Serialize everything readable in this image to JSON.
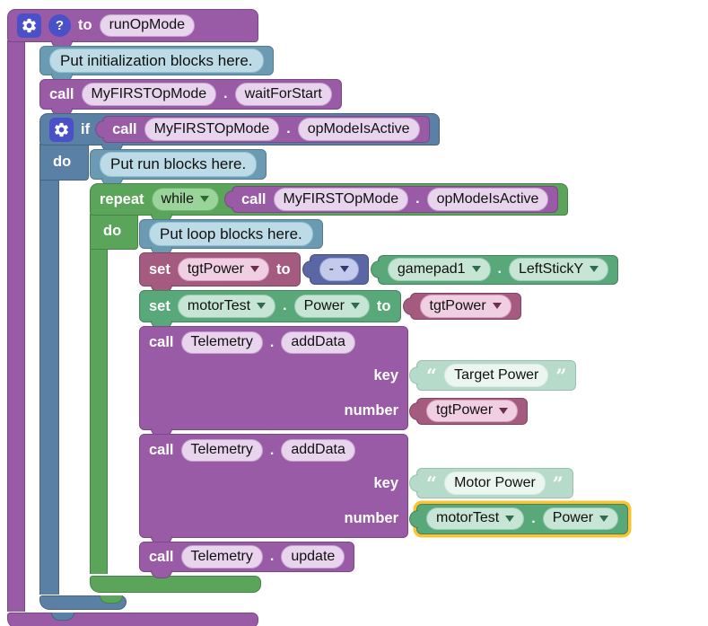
{
  "ui": {
    "dot": ".",
    "help_symbol": "?",
    "quote_open": "“",
    "quote_close": "”"
  },
  "colors": {
    "procedure_purple": "#995ba5",
    "logic_steel_blue": "#5b80a5",
    "loop_green": "#5ba55b",
    "hardware_green": "#58a87a",
    "variable_crimson": "#a55b80",
    "math_indigo": "#5b67a5",
    "comment_blue": "#6b9ab3",
    "text_mint": "#b7dbca",
    "selection_yellow": "#fcc331",
    "icon_blue": "#4a50c8",
    "canvas": "#ffffff"
  },
  "program": {
    "function": {
      "keyword_to": "to",
      "name": "runOpMode"
    },
    "init_comment": "Put initialization blocks here.",
    "wait_call": {
      "keyword": "call",
      "object": "MyFIRSTOpMode",
      "method": "waitForStart"
    },
    "if_block": {
      "keyword": "if",
      "do_label": "do"
    },
    "if_condition_call": {
      "keyword": "call",
      "object": "MyFIRSTOpMode",
      "method": "opModeIsActive"
    },
    "run_comment": "Put run blocks here.",
    "repeat_block": {
      "keyword": "repeat",
      "mode": "while",
      "do_label": "do"
    },
    "repeat_condition_call": {
      "keyword": "call",
      "object": "MyFIRSTOpMode",
      "method": "opModeIsActive"
    },
    "loop_comment": "Put loop blocks here.",
    "set_tgt_power": {
      "keyword": "set",
      "variable": "tgtPower",
      "to_label": "to"
    },
    "negate": {
      "operator": "-"
    },
    "gamepad": {
      "object": "gamepad1",
      "property": "LeftStickY"
    },
    "set_motor_power": {
      "keyword": "set",
      "object": "motorTest",
      "property": "Power",
      "to_label": "to"
    },
    "tgt_power_value": "tgtPower",
    "telemetry_add_target": {
      "keyword": "call",
      "object": "Telemetry",
      "method": "addData",
      "key_label": "key",
      "key_text": "Target Power",
      "number_label": "number",
      "number_variable": "tgtPower"
    },
    "telemetry_add_motor": {
      "keyword": "call",
      "object": "Telemetry",
      "method": "addData",
      "key_label": "key",
      "key_text": "Motor Power",
      "number_label": "number",
      "number_object": "motorTest",
      "number_property": "Power"
    },
    "telemetry_update": {
      "keyword": "call",
      "object": "Telemetry",
      "method": "update"
    }
  }
}
